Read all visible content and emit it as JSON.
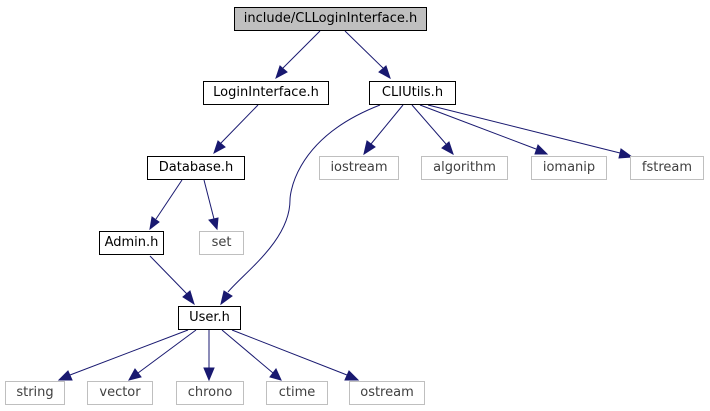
{
  "diagram": {
    "edge_color": "#191970",
    "root_fill": "#bfbfbf",
    "external_border": "#bfbfbf",
    "nodes": {
      "root": "include/CLLoginInterface.h",
      "login_interface": "LoginInterface.h",
      "cliutils": "CLIUtils.h",
      "database": "Database.h",
      "iostream": "iostream",
      "algorithm": "algorithm",
      "iomanip": "iomanip",
      "fstream": "fstream",
      "admin": "Admin.h",
      "set": "set",
      "user": "User.h",
      "string": "string",
      "vector": "vector",
      "chrono": "chrono",
      "ctime": "ctime",
      "ostream": "ostream"
    }
  }
}
